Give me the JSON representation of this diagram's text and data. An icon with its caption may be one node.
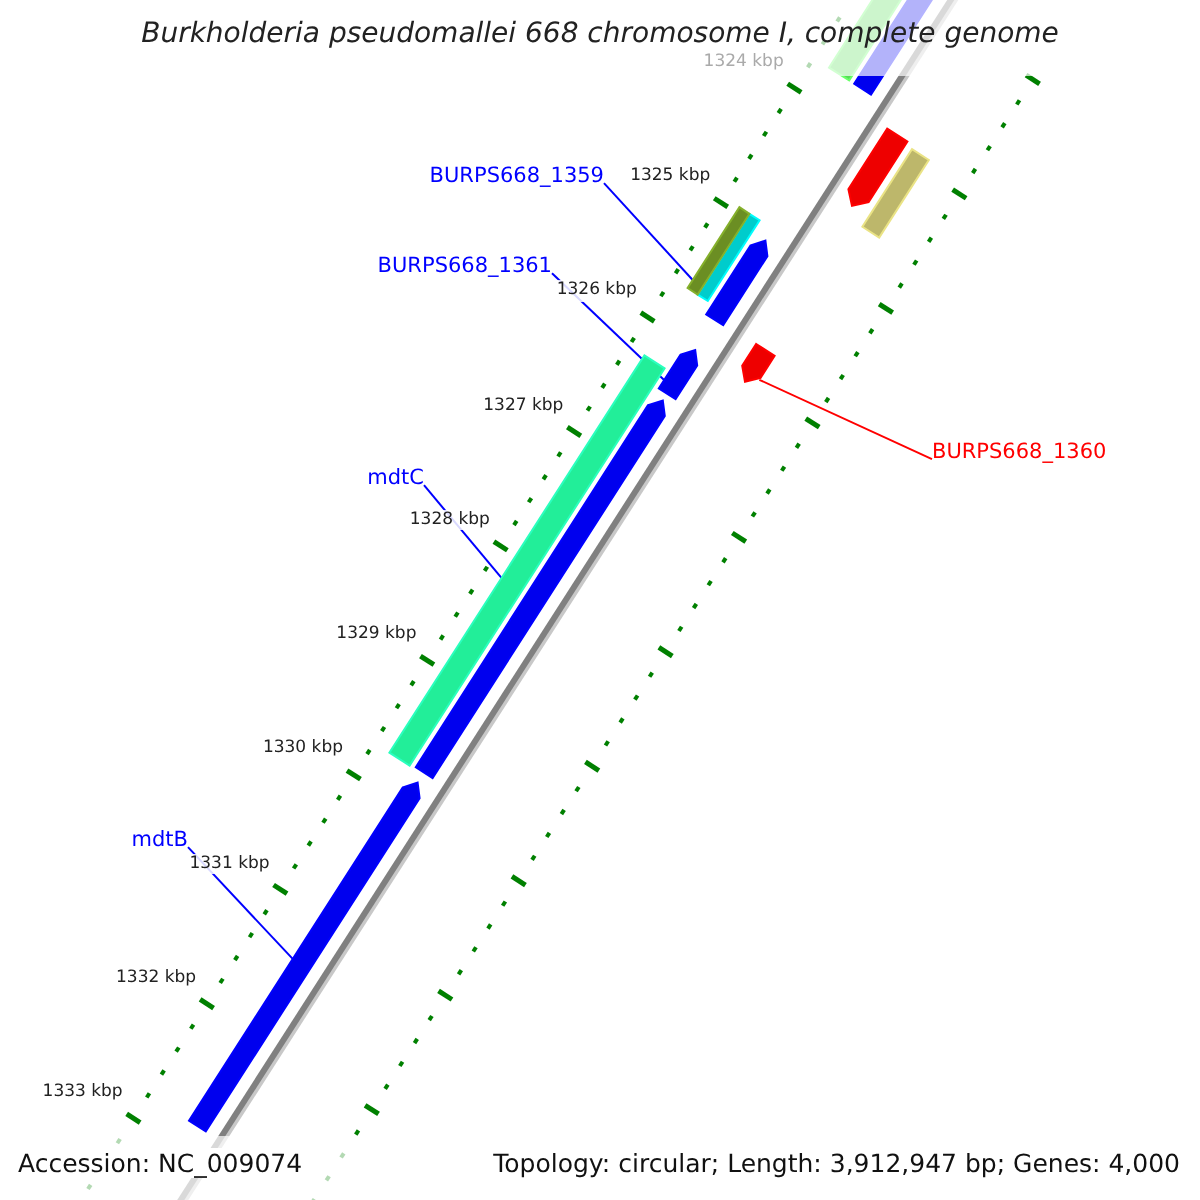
{
  "diagram": {
    "title": "Burkholderia pseudomallei 668 chromosome I, complete genome",
    "nodes": [
      {
        "text": [
          "BURPS668_1359"
        ]
      },
      {
        "text": [
          "BURPS668_1361"
        ]
      },
      {
        "text": [
          "mdtC"
        ]
      },
      {
        "text": [
          "mdtB"
        ]
      },
      {
        "text": [
          "BURPS668_1360"
        ]
      },
      {
        "text": [],
        "shape": "bar"
      },
      {
        "text": [],
        "shape": "bar"
      },
      {
        "text": [],
        "shape": "bar"
      },
      {
        "text": [],
        "shape": "bar"
      },
      {
        "text": [],
        "shape": "bar"
      }
    ],
    "edges": [
      {
        "from": 0,
        "to": 5,
        "arrow": "none"
      },
      {
        "from": 1,
        "to": 6,
        "arrow": "none"
      },
      {
        "from": 2,
        "to": 7,
        "arrow": "none"
      },
      {
        "from": 3,
        "to": 8,
        "arrow": "none"
      },
      {
        "from": 4,
        "to": 9,
        "arrow": "none",
        "color": "#ff0000"
      }
    ],
    "labels": [
      "1324 kbp",
      "1325 kbp",
      "1326 kbp",
      "1327 kbp",
      "1328 kbp",
      "1329 kbp",
      "1330 kbp",
      "1331 kbp",
      "1332 kbp",
      "1333 kbp",
      "Accession: NC_009074",
      "Topology: circular; Length: 3,912,947 bp; Genes: 4,000"
    ]
  }
}
